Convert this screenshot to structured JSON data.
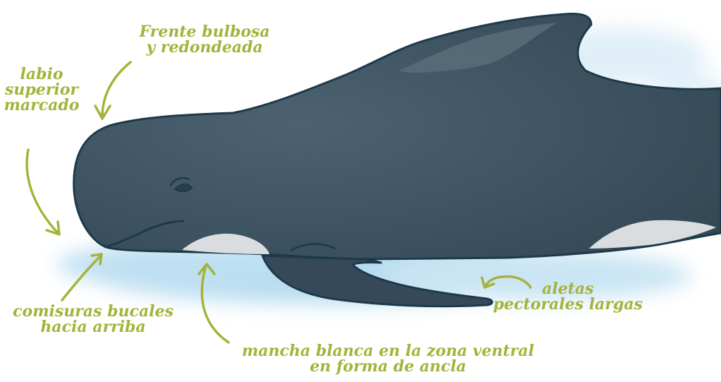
{
  "annotations": {
    "frente": {
      "lines": [
        "Frente bulbosa",
        "y redondeada"
      ]
    },
    "labio": {
      "lines": [
        "labio",
        "superior",
        "marcado"
      ]
    },
    "comisuras": {
      "lines": [
        "comisuras bucales",
        "hacia arriba"
      ]
    },
    "mancha": {
      "lines": [
        "mancha blanca en la zona ventral",
        "en forma de ancla"
      ]
    },
    "aletas": {
      "lines": [
        "aletas",
        "pectorales largas"
      ]
    }
  },
  "colors": {
    "annotation": "#a4b33a",
    "whale_body": "#3f5461",
    "whale_outline": "#1d3a4a",
    "water": "#9fd0ea",
    "patch": "#d9dde0"
  }
}
